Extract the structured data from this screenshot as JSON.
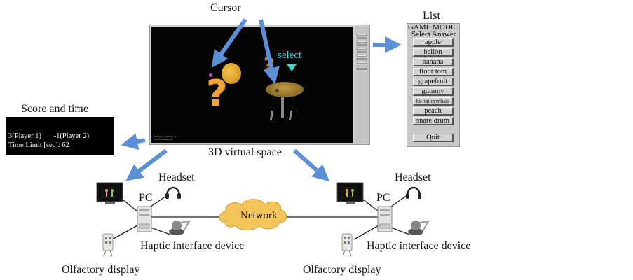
{
  "labels": {
    "cursor": "Cursor",
    "list": "List",
    "score_and_time": "Score and time",
    "virtual_space": "3D virtual space",
    "network": "Network",
    "left_station": {
      "pc": "PC",
      "headset": "Headset",
      "haptic": "Haptic interface device",
      "olfactory": "Olfactory display"
    },
    "right_station": {
      "pc": "PC",
      "headset": "Headset",
      "haptic": "Haptic interface device",
      "olfactory": "Olfactory display"
    }
  },
  "scene": {
    "select_label": "select",
    "question_mark": "?",
    "status_line1": "3(Player 1)    -1(Player 2)",
    "status_line2": "Time Limit [sec]: 62"
  },
  "list_panel": {
    "title": "GAME MODE",
    "subtitle": "Select Answer",
    "answers": [
      "apple",
      "ballon",
      "banana",
      "floor tom",
      "grapefruit",
      "gummy",
      "hi-hat cymbals",
      "peach",
      "snare drum"
    ],
    "quit_label": "Quit"
  },
  "score": {
    "player1": "3(Player 1)",
    "player2": "-1(Player 2)",
    "time_limit": "Time Limit [sec]: 62"
  },
  "colors": {
    "arrow": "#5b8fd6",
    "scene_bg": "#050505",
    "select_text": "#2ad2e0",
    "cloud": "#f3c55a",
    "panel_gray": "#c8c8c8"
  }
}
